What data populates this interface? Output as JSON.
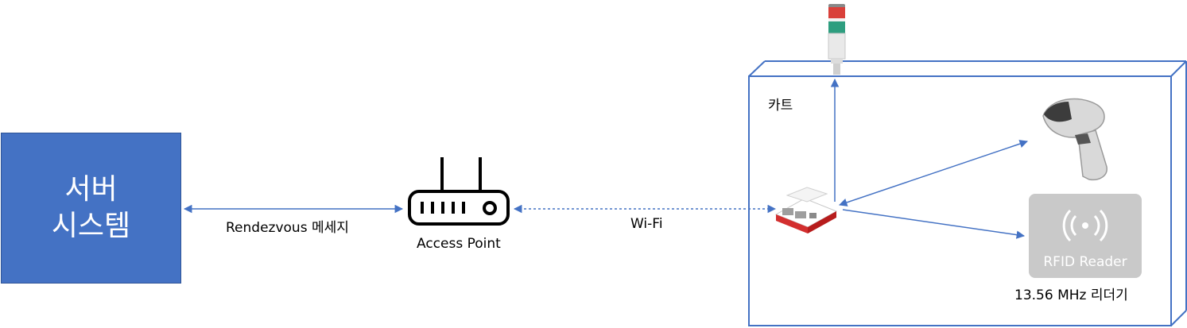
{
  "server": {
    "line1": "서버",
    "line2": "시스템"
  },
  "links": {
    "rendezvous": "Rendezvous 메세지",
    "wifi": "Wi-Fi"
  },
  "access_point": {
    "label": "Access Point"
  },
  "cart": {
    "label": "카트"
  },
  "rfid": {
    "device_text": "RFID Reader",
    "caption": "13.56 MHz 리더기"
  },
  "colors": {
    "server_fill": "#4472c4",
    "connector": "#4472c4",
    "cart_border": "#4472c4",
    "rfid_fill": "#c9c9c9",
    "pi_case": "#d32f2f"
  }
}
